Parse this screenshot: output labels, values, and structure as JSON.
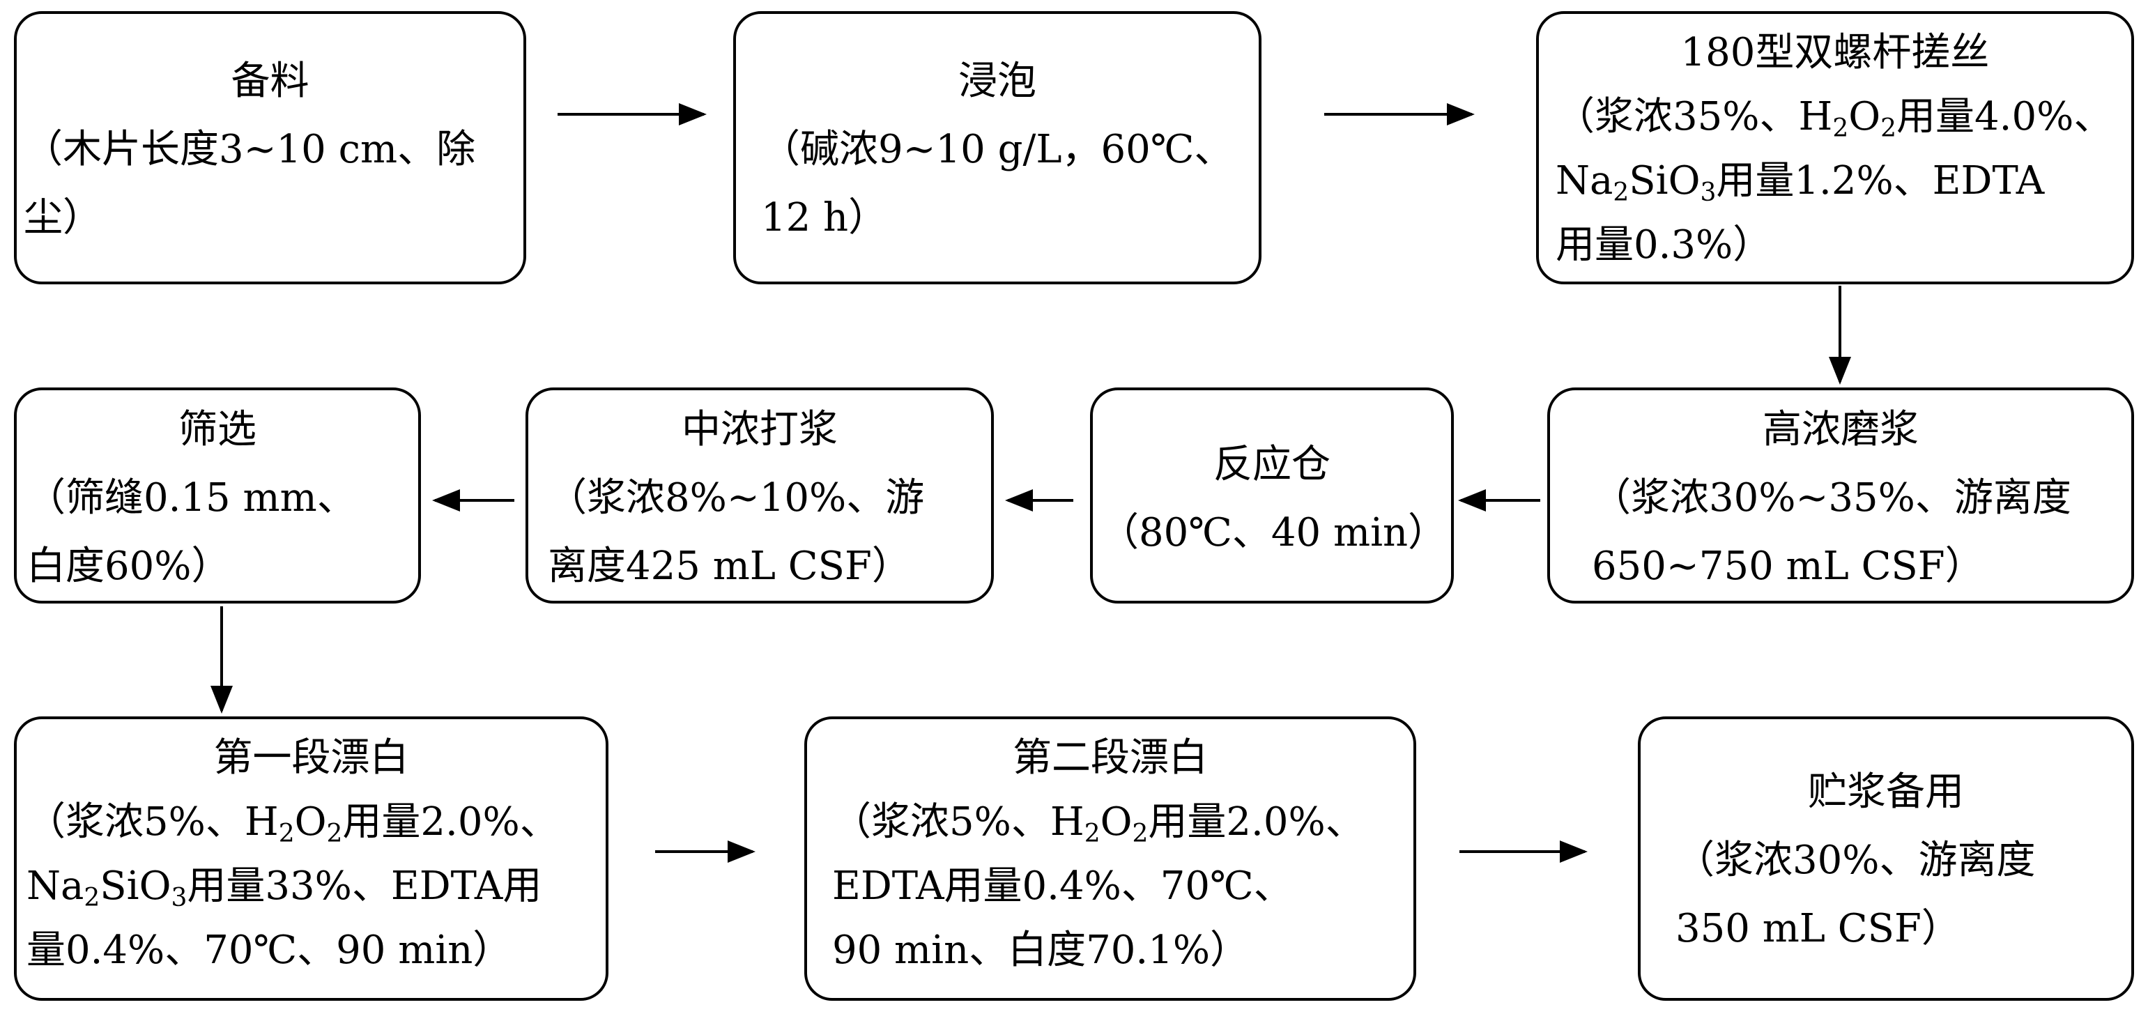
{
  "nodes": {
    "prep": {
      "title": "备料",
      "lines": [
        "（木片长度3~10 cm、除",
        "尘）"
      ]
    },
    "soak": {
      "title": "浸泡",
      "lines": [
        "（碱浓9~10 g/L，60℃、",
        "12 h）"
      ]
    },
    "twin_screw": {
      "title": "180型双螺杆搓丝",
      "lines": [
        "（浆浓35%、H₂O₂用量4.0%、",
        "Na₂SiO₃用量1.2%、EDTA",
        "用量0.3%）"
      ]
    },
    "hc_refining": {
      "title": "高浓磨浆",
      "lines": [
        "（浆浓30%~35%、游离度",
        "650~750 mL CSF）"
      ]
    },
    "reactor": {
      "title": "反应仓",
      "lines": [
        "（80℃、40 min）"
      ]
    },
    "mc_beating": {
      "title": "中浓打浆",
      "lines": [
        "（浆浓8%~10%、游",
        "离度425 mL CSF）"
      ]
    },
    "screening": {
      "title": "筛选",
      "lines": [
        "（筛缝0.15 mm、",
        "白度60%）"
      ]
    },
    "bleach1": {
      "title": "第一段漂白",
      "lines": [
        "（浆浓5%、H₂O₂用量2.0%、",
        "Na₂SiO₃用量33%、EDTA用",
        "量0.4%、70℃、90 min）"
      ]
    },
    "bleach2": {
      "title": "第二段漂白",
      "lines": [
        "（浆浓5%、H₂O₂用量2.0%、",
        "EDTA用量0.4%、70℃、",
        "90 min、白度70.1%）"
      ]
    },
    "storage": {
      "title": "贮浆备用",
      "lines": [
        "（浆浓30%、游离度",
        "350 mL CSF）"
      ]
    }
  }
}
